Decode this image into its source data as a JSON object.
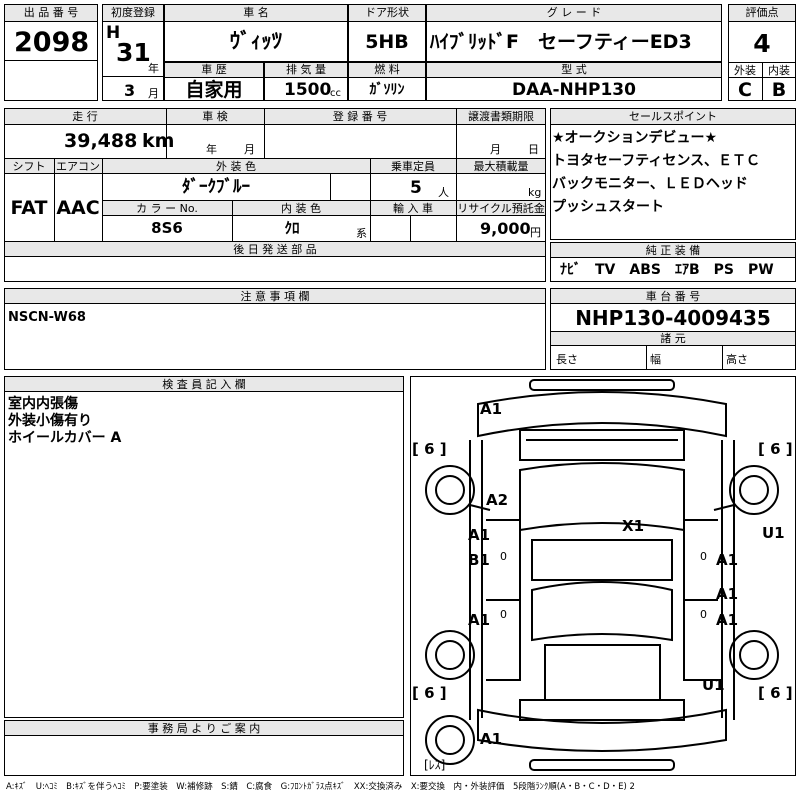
{
  "labels": {
    "lot_no": "出 品 番 号",
    "first_reg": "初度登録",
    "car_name": "車 名",
    "door": "ドア形状",
    "grade": "グ レ ー ド",
    "score": "評価点",
    "history": "車 歴",
    "displacement": "排 気 量",
    "fuel": "燃 料",
    "model_type": "型 式",
    "exterior": "外装",
    "interior": "内装",
    "year_unit": "年",
    "month_unit": "月",
    "cc_unit": "cc",
    "mileage": "走 行",
    "inspection": "車 検",
    "reg_no": "登 録 番 号",
    "transfer_deadline": "譲渡書類期限",
    "sales_point": "セールスポイント",
    "shift": "シフト",
    "aircon": "エアコン",
    "ext_color": "外 装 色",
    "capacity": "乗車定員",
    "max_load": "最大積載量",
    "color_no": "カ ラ ー No.",
    "int_color": "内 装 色",
    "import": "輸 入 車",
    "recycle": "リサイクル預託金",
    "later_parts": "後 日 発 送 部 品",
    "genuine_equipment": "純 正 装 備",
    "notes": "注 意 事 項 欄",
    "chassis_no": "車 台 番 号",
    "dimensions": "諸 元",
    "length": "長さ",
    "width": "幅",
    "height": "高さ",
    "inspector": "検 査 員 記 入 欄",
    "office": "事 務 局 よ り ご 案 内",
    "people_unit": "人",
    "kg_unit": "kg",
    "yen_unit": "円",
    "kei_unit": "系",
    "km_unit": "km",
    "ins_year": "年",
    "ins_month": "月",
    "tr_month": "月",
    "tr_day": "日"
  },
  "values": {
    "lot_no": "2098",
    "era": "H",
    "year": "31",
    "month": "3",
    "car_name": "ｳﾞｨｯﾂ",
    "door": "5HB",
    "grade": "ﾊｲﾌﾞﾘｯﾄﾞF　セーフティーED3",
    "score": "4",
    "history": "自家用",
    "displacement": "1500",
    "fuel": "ｶﾞｿﾘﾝ",
    "model_type": "DAA-NHP130",
    "ext_grade": "C",
    "int_grade": "B",
    "mileage": "39,488",
    "shift": "FAT",
    "aircon": "AAC",
    "ext_color": "ﾀﾞｰｸﾌﾞﾙｰ",
    "capacity": "5",
    "color_no": "8S6",
    "int_color": "ｸﾛ",
    "recycle": "9,000",
    "notes": "NSCN-W68",
    "chassis_no": "NHP130-4009435",
    "genuine_equipment": "ﾅﾋﾞ　TV　ABS　ｴｱB　PS　PW"
  },
  "sales_points": [
    "★オークションデビュー★",
    "トヨタセーフティセンス、ＥＴＣ",
    "バックモニター、ＬＥＤヘッド",
    "プッシュスタート"
  ],
  "inspector_notes": [
    "室内内張傷",
    "外装小傷有り",
    "ホイールカバー A"
  ],
  "diagram": {
    "marks": [
      "A1",
      "A2",
      "A1",
      "B1",
      "X1",
      "U1",
      "A1",
      "A1",
      "A1",
      "A1",
      "U1",
      "A1"
    ],
    "tires": [
      "[ 6 ]",
      "[ 6 ]",
      "[ 6 ]",
      "[ 6 ]"
    ],
    "glass": [
      "0",
      "0",
      "0",
      "0"
    ],
    "spare": "[ﾚｽ]"
  },
  "legend": "A:ｷｽﾞ　U:ﾍｺﾐ　B:ｷｽﾞを伴うﾍｺﾐ　P:要塗装　W:補修跡　S:錆　C:腐食　G:ﾌﾛﾝﾄｶﾞﾗｽ点ｷｽﾞ　XX:交換済み　X:要交換　内・外装評価　5段階ﾗﾝｸ順(A・B・C・D・E) 2"
}
